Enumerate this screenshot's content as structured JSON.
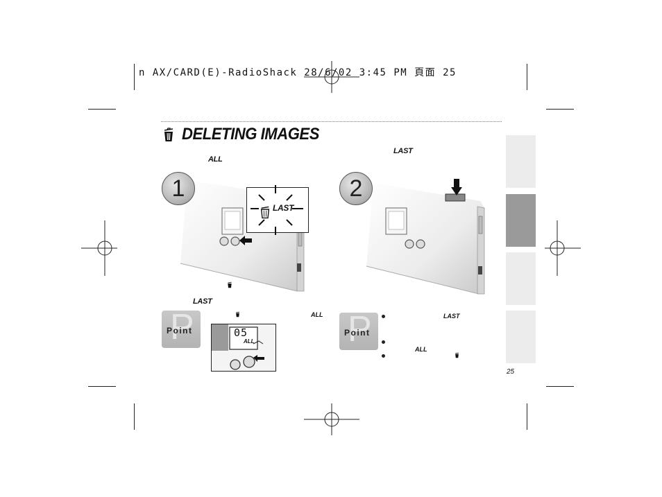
{
  "header": {
    "print_line": "n AX/CARD(E)-RadioShack  28/6/02  3:45 PM  頁面 25"
  },
  "title": "DELETING IMAGES",
  "labels": {
    "all_top": "ALL",
    "last_top": "LAST",
    "callout_last": "LAST",
    "step1_last": "LAST",
    "step1_all": "ALL",
    "inset_all": "ALL",
    "point2_last": "LAST",
    "point2_all": "ALL"
  },
  "steps": [
    {
      "number": "1"
    },
    {
      "number": "2"
    }
  ],
  "point": {
    "letter": "P",
    "label": "Point"
  },
  "lcd": {
    "text": "05"
  },
  "page_number": "25",
  "icons": [
    "trash-icon",
    "arrow-left-icon",
    "arrow-down-icon",
    "registration-mark-icon"
  ],
  "colors": {
    "tab_active": "#9a9a9a",
    "tab_inactive": "#ececec",
    "point_bg": "#b8b8b8"
  }
}
